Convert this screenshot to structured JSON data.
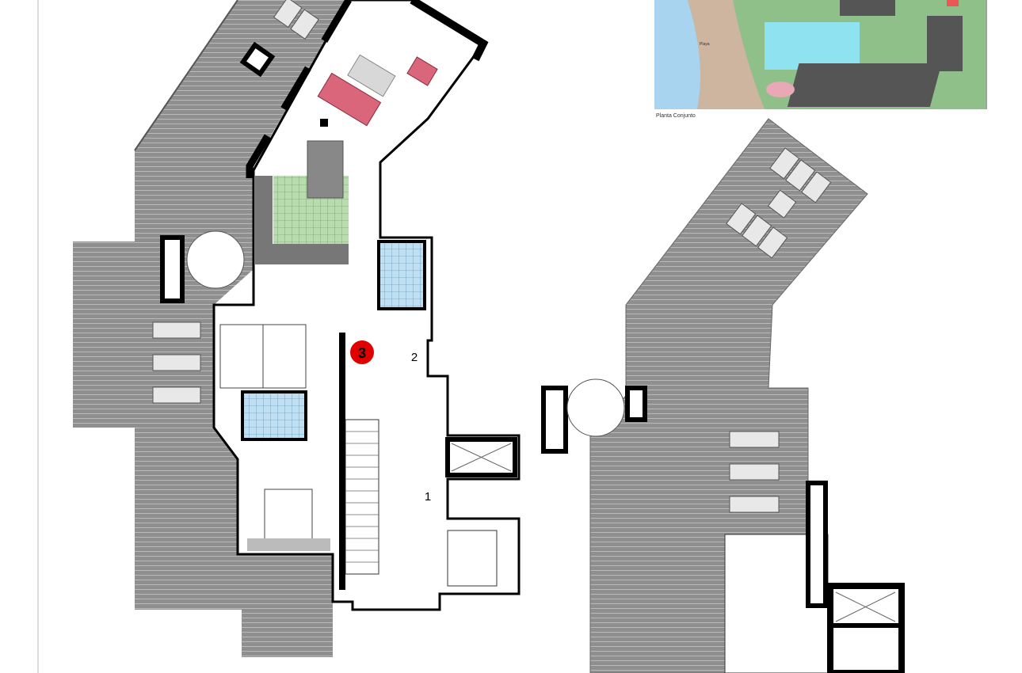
{
  "site_plan": {
    "caption": "Planta Conjunto",
    "beach_label": "Playa"
  },
  "floor_plan": {
    "room_labels": [
      "1",
      "2"
    ],
    "unit_marker": "3",
    "marker_color": "#e00000"
  },
  "colors": {
    "deck": "#8a8a8a",
    "walls": "#000000",
    "sofa": "#d9667a",
    "kitchen_tiles": "#b9dcae",
    "bath_tiles": "#bfe0f2",
    "sea": "#a8d4ef",
    "beach": "#cdb5a0",
    "garden": "#8fc08a",
    "pool": "#8fe3f0"
  }
}
